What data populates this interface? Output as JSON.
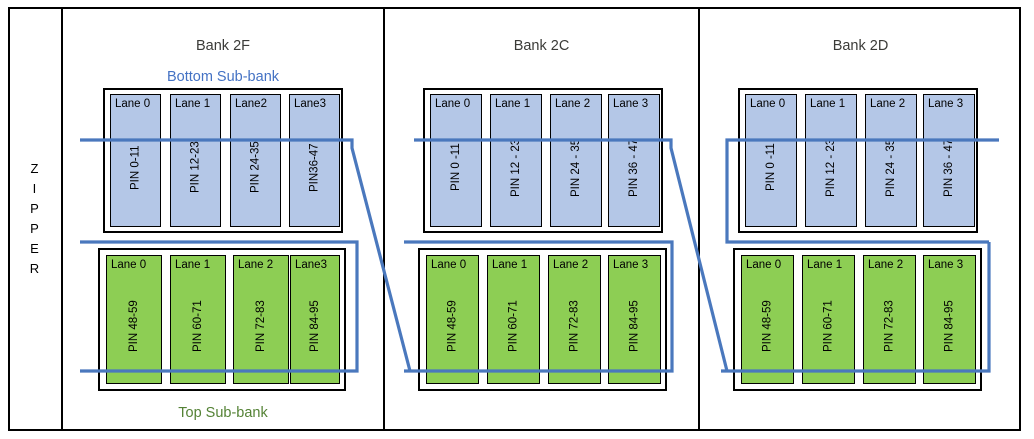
{
  "diagram": {
    "zipper_label": "ZIPPER",
    "zipper_letters": [
      "Z",
      "I",
      "P",
      "P",
      "E",
      "R"
    ],
    "subbank_labels": {
      "bottom": "Bottom Sub-bank",
      "top": "Top Sub-bank"
    },
    "colors": {
      "blue_fill": "#b4c7e7",
      "green_fill": "#8dce54",
      "bottom_label": "#4472c4",
      "top_label": "#548235",
      "connector": "#4a78bd",
      "outline": "#000000"
    }
  },
  "banks": [
    {
      "title": "Bank 2F",
      "bottom_subbank": {
        "lanes": [
          {
            "name": "Lane 0",
            "pin": "PIN 0-11"
          },
          {
            "name": "Lane 1",
            "pin": "PIN 12-23"
          },
          {
            "name": "Lane2",
            "pin": "PIN 24-35"
          },
          {
            "name": "Lane3",
            "pin": "PIN36-47"
          }
        ]
      },
      "top_subbank": {
        "lanes": [
          {
            "name": "Lane 0",
            "pin": "PIN 48-59"
          },
          {
            "name": "Lane 1",
            "pin": "PIN 60-71"
          },
          {
            "name": "Lane 2",
            "pin": "PIN 72-83"
          },
          {
            "name": "Lane3",
            "pin": "PIN 84-95"
          }
        ]
      }
    },
    {
      "title": "Bank 2C",
      "bottom_subbank": {
        "lanes": [
          {
            "name": "Lane 0",
            "pin": "PIN 0 -11"
          },
          {
            "name": "Lane 1",
            "pin": "PIN 12 - 23"
          },
          {
            "name": "Lane 2",
            "pin": "PIN 24 - 35"
          },
          {
            "name": "Lane 3",
            "pin": "PIN 36 - 47"
          }
        ]
      },
      "top_subbank": {
        "lanes": [
          {
            "name": "Lane 0",
            "pin": "PIN 48-59"
          },
          {
            "name": "Lane 1",
            "pin": "PIN 60-71"
          },
          {
            "name": "Lane 2",
            "pin": "PIN 72-83"
          },
          {
            "name": "Lane 3",
            "pin": "PIN 84-95"
          }
        ]
      }
    },
    {
      "title": "Bank 2D",
      "bottom_subbank": {
        "lanes": [
          {
            "name": "Lane 0",
            "pin": "PIN 0 -11"
          },
          {
            "name": "Lane 1",
            "pin": "PIN 12 - 23"
          },
          {
            "name": "Lane 2",
            "pin": "PIN 24 - 35"
          },
          {
            "name": "Lane 3",
            "pin": "PIN 36 - 47"
          }
        ]
      },
      "top_subbank": {
        "lanes": [
          {
            "name": "Lane 0",
            "pin": "PIN 48-59"
          },
          {
            "name": "Lane 1",
            "pin": "PIN 60-71"
          },
          {
            "name": "Lane 2",
            "pin": "PIN 72-83"
          },
          {
            "name": "Lane 3",
            "pin": "PIN 84-95"
          }
        ]
      }
    }
  ]
}
